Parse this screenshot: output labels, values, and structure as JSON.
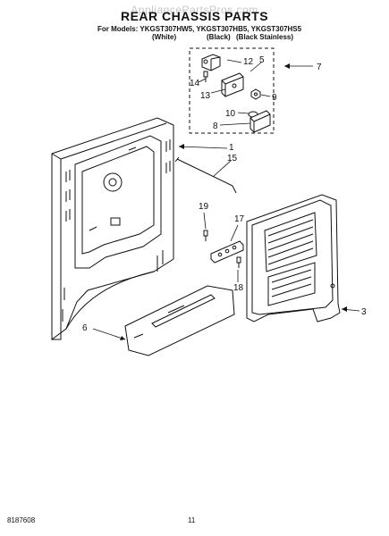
{
  "header": {
    "watermark": "AppliancePartsPros.com",
    "title": "REAR CHASSIS PARTS",
    "models_line": "For Models: YKGST307HW5, YKGST307HB5, YKGST307HS5",
    "color_white": "(White)",
    "color_black": "(Black)",
    "color_stainless": "(Black Stainless)"
  },
  "callouts": {
    "c1": "1",
    "c3": "3",
    "c5": "5",
    "c6": "6",
    "c7": "7",
    "c8": "8",
    "c9": "9",
    "c10": "10",
    "c12": "12",
    "c13": "13",
    "c14": "14",
    "c15": "15",
    "c17": "17",
    "c18": "18",
    "c19": "19"
  },
  "footer": {
    "doc_number": "8187608",
    "page_number": "11"
  }
}
